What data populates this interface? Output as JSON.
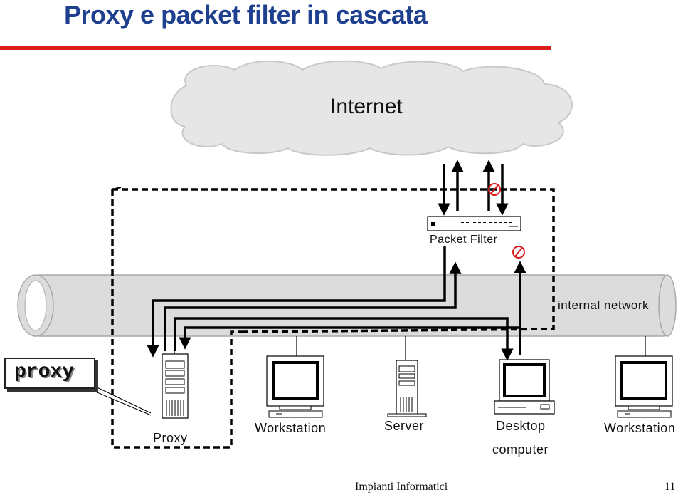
{
  "title": "Proxy e packet filter in cascata",
  "diagram": {
    "cloud_label": "Internet",
    "packet_filter_label": "Packet Filter",
    "network_label": "internal network",
    "proxy_box_label": "proxy",
    "nodes": [
      {
        "id": "proxy",
        "caption": "Proxy"
      },
      {
        "id": "workstation-1",
        "caption": "Workstation"
      },
      {
        "id": "server",
        "caption": "Server"
      },
      {
        "id": "desktop",
        "caption_line1": "Desktop",
        "caption_line2": "computer"
      },
      {
        "id": "workstation-2",
        "caption": "Workstation"
      }
    ]
  },
  "footer": {
    "text": "Impianti Informatici",
    "page": "11"
  },
  "colors": {
    "title": "#1f3f8f",
    "rule": "#d81c1c",
    "blocked": "#d81c1c",
    "cloud": "#e6e6e6",
    "pipe": "#dcdcdc"
  }
}
